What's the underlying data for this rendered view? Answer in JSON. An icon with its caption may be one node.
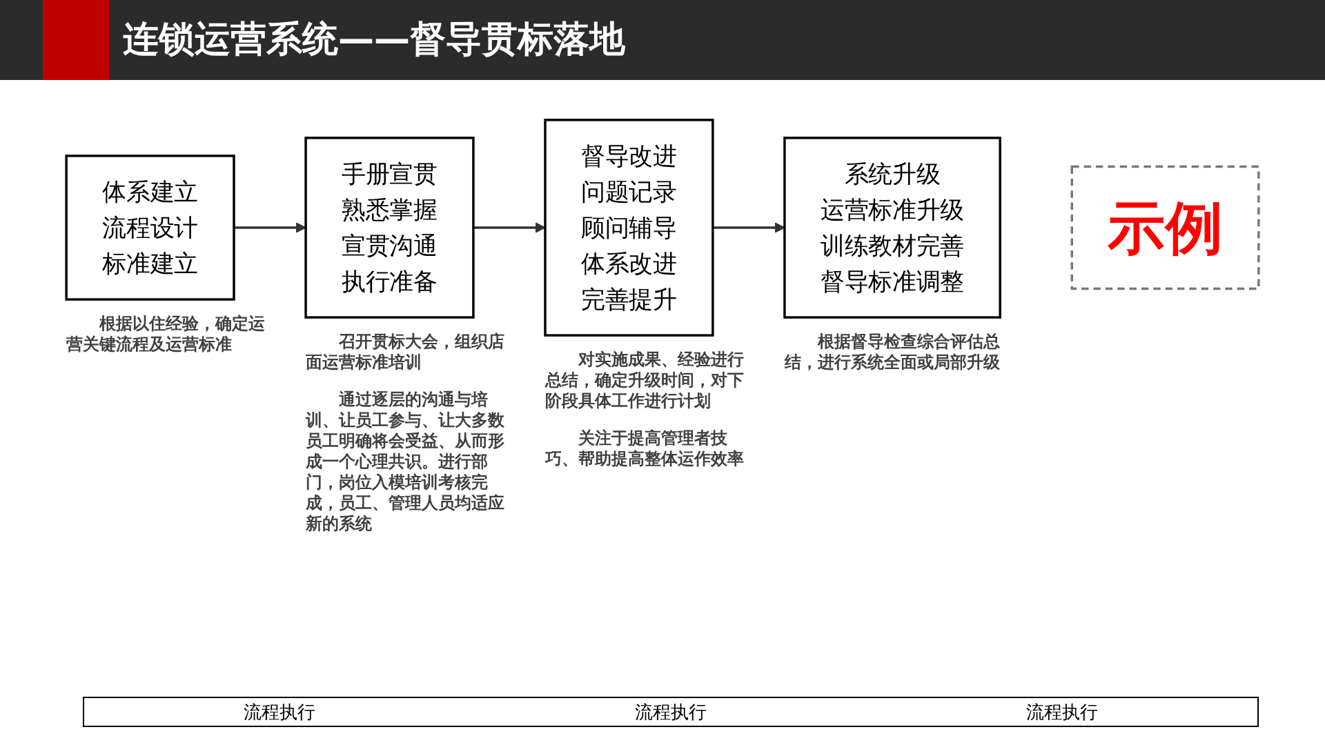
{
  "diagram": {
    "title": "连锁运营系统——督导贯标落地",
    "nodes": [
      {
        "text": [
          "体系建立",
          "流程设计",
          "标准建立"
        ],
        "beside": [
          "根据以住经验，确定运营关键流程及运营标准"
        ]
      },
      {
        "text": [
          "手册宣贯",
          "熟悉掌握",
          "宣贯沟通",
          "执行准备"
        ],
        "beside": [
          "召开贯标大会，组织店面运营标准培训",
          "通过逐层的沟通与培训、让员工参与、让大多数员工明确将会受益、从而形成一个心理共识。进行部门，岗位入模培训考核完成，员工、管理人员均适应新的系统"
        ]
      },
      {
        "text": [
          "督导改进",
          "问题记录",
          "顾问辅导",
          "体系改进",
          "完善提升"
        ],
        "beside": [
          "对实施成果、经验进行总结，确定升级时间，对下阶段具体工作进行计划",
          "关注于提高管理者技巧、帮助提高整体运作效率"
        ]
      },
      {
        "text": [
          "系统升级",
          "运营标准升级",
          "训练教材完善",
          "督导标准调整"
        ],
        "beside": [
          "根据督导检查综合评估总结，进行系统全面或局部升级"
        ]
      },
      {
        "text": [
          "示例"
        ]
      }
    ],
    "edges": [
      {
        "from": 0,
        "to": 1,
        "arrow": "to"
      },
      {
        "from": 1,
        "to": 2,
        "arrow": "to"
      },
      {
        "from": 2,
        "to": 3,
        "arrow": "to"
      }
    ],
    "labels": [
      "流程执行",
      "流程执行",
      "流程执行"
    ]
  }
}
